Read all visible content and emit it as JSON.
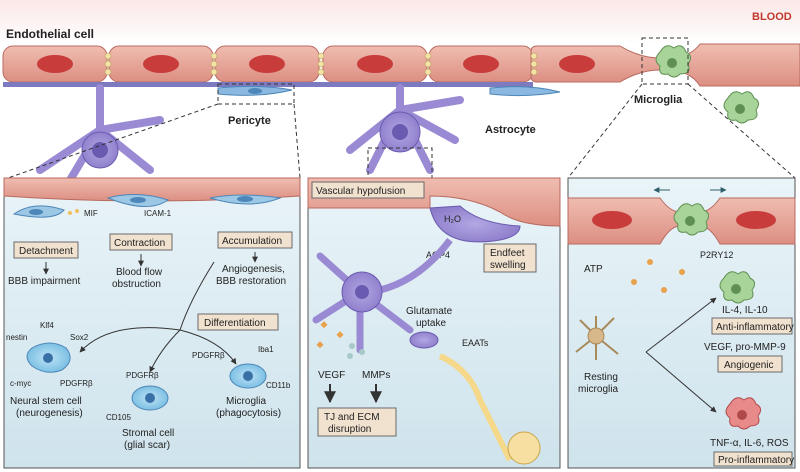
{
  "header": {
    "endothelial_cell": "Endothelial cell",
    "blood": "BLOOD",
    "pericyte": "Pericyte",
    "astrocyte": "Astrocyte",
    "microglia": "Microglia"
  },
  "pericyte_panel": {
    "mif": "MIF",
    "icam1": "ICAM-1",
    "detachment": "Detachment",
    "bbb_impairment": "BBB impairment",
    "contraction": "Contraction",
    "blood_flow_line1": "Blood flow",
    "blood_flow_line2": "obstruction",
    "accumulation": "Accumulation",
    "angiogenesis_line1": "Angiogenesis,",
    "angiogenesis_line2": "BBB restoration",
    "differentiation": "Differentiation",
    "klf4": "Klf4",
    "nestin": "nestin",
    "sox2": "Sox2",
    "cmyc": "c-myc",
    "pdgfrb_nsc": "PDGFRβ",
    "nsc_line1": "Neural stem cell",
    "nsc_line2": "(neurogenesis)",
    "pdgfrb_stromal": "PDGFRβ",
    "cd105": "CD105",
    "stromal_line1": "Stromal cell",
    "stromal_line2": "(glial scar)",
    "pdgfrb_microglia": "PDGFRβ",
    "iba1": "Iba1",
    "cd11b": "CD11b",
    "mg_line1": "Microglia",
    "mg_line2": "(phagocytosis)"
  },
  "astrocyte_panel": {
    "vascular_hypofusion": "Vascular hypofusion",
    "h2o": "H₂O",
    "aqp4": "AQP4",
    "endfeet_line1": "Endfeet",
    "endfeet_line2": "swelling",
    "glutamate_line1": "Glutamate",
    "glutamate_line2": "uptake",
    "eaats": "EAATs",
    "vegf": "VEGF",
    "mmps": "MMPs",
    "tj_line1": "TJ and ECM",
    "tj_line2": "disruption"
  },
  "microglia_panel": {
    "p2ry12": "P2RY12",
    "atp": "ATP",
    "il4": "IL-4, IL-10",
    "anti_inflammatory": "Anti-inflammatory",
    "vegf_mmp9": "VEGF, pro-MMP-9",
    "angiogenic": "Angiogenic",
    "resting_line1": "Resting",
    "resting_line2": "microglia",
    "tnf": "TNF-α, IL-6, ROS",
    "pro_inflammatory": "Pro-inflammatory"
  },
  "colors": {
    "vessel": "#e8a89a",
    "vessel_dark": "#c2605a",
    "nucleus": "#c83c3c",
    "pericyte_blue": "#8aa8d8",
    "cell_purple": "#9a8ad4",
    "panel_bg": "#e3f0f5",
    "label_bg": "#f1e2cf",
    "microglia_green": "#a8d49a"
  }
}
